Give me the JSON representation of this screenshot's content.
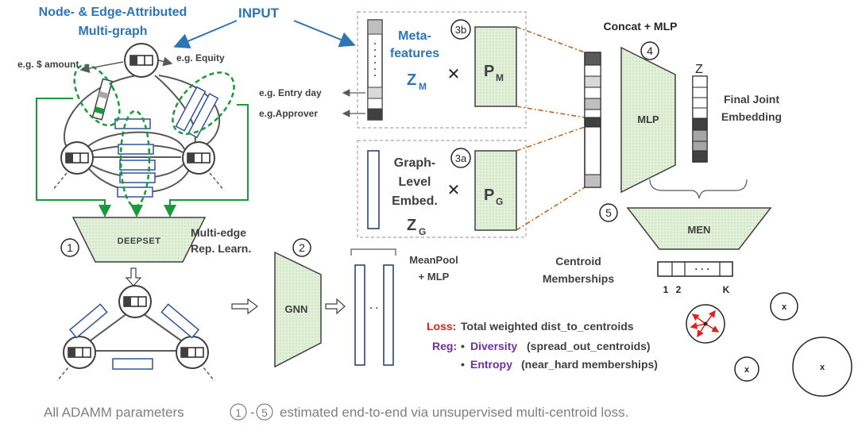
{
  "labels": {
    "input_title": "Node- & Edge-Attributed",
    "input_title2": "Multi-graph",
    "input": "INPUT",
    "eg_amount": "e.g. $ amount",
    "eg_equity": "e.g. Equity",
    "eg_entry": "e.g. Entry day",
    "eg_approver": "e.g.Approver",
    "meta1": "Meta-",
    "meta2": "features",
    "zm": "Z",
    "zm_sub": "M",
    "pm": "P",
    "pm_sub": "M",
    "graph1": "Graph-",
    "graph2": "Level",
    "graph3": "Embed.",
    "zg": "Z",
    "zg_sub": "G",
    "pg": "P",
    "pg_sub": "G",
    "concat": "Concat + MLP",
    "mlp": "MLP",
    "z": "Z",
    "final1": "Final Joint",
    "final2": "Embedding",
    "men": "MEN",
    "centroid1": "Centroid",
    "centroid2": "Memberships",
    "mem_dots": "· · ·",
    "mem_1": "1",
    "mem_2": "2",
    "mem_k": "K",
    "deepset": "DEEPSET",
    "multiedge1": "Multi-edge",
    "multiedge2": "Rep. Learn.",
    "gnn": "GNN",
    "meanpool1": "MeanPool",
    "meanpool2": "+ MLP",
    "pool_dots": "· ·",
    "loss_label": "Loss:",
    "loss_text": "Total weighted dist_to_centroids",
    "reg_label": "Reg:",
    "reg_bullet": "•",
    "div_label": "Diversity",
    "div_text": "(spread_out_centroids)",
    "ent_label": "Entropy",
    "ent_text": "(near_hard memberships)",
    "x_mark": "x",
    "caption_pre": "All ADAMM parameters",
    "caption_mid": "-",
    "caption_post": "estimated end-to-end via unsupervised multi-centroid loss."
  },
  "steps": {
    "s1": "1",
    "s2": "2",
    "s3a": "3a",
    "s3b": "3b",
    "s4": "4",
    "s5": "5"
  },
  "colors": {
    "blue": "#2e75b6",
    "green": "#1a9a3a",
    "red": "#e02020",
    "purple": "#7030a0",
    "fill": "#e2f0d9",
    "dark": "#404040",
    "orange": "#c55a11",
    "gray": "#7f7f7f"
  }
}
